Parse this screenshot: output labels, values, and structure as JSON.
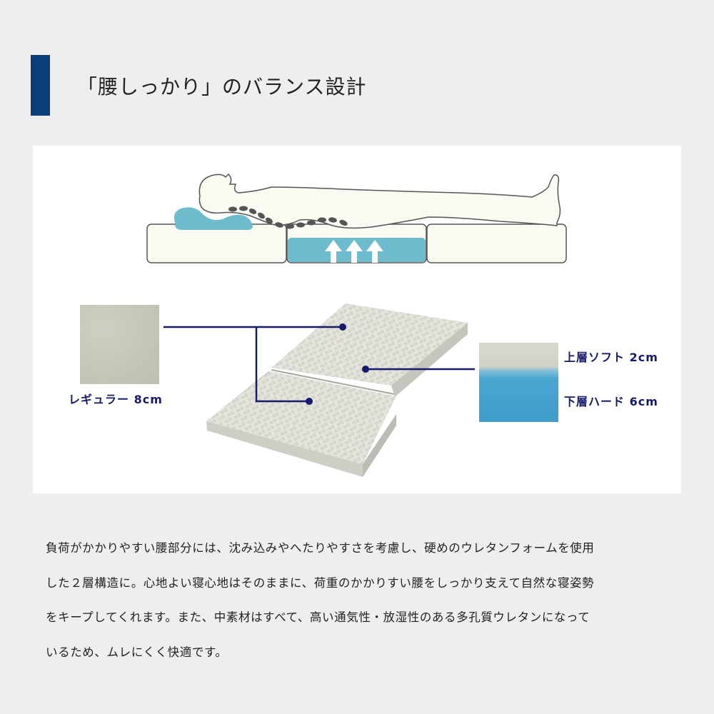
{
  "header": {
    "title": "「腰しっかり」のバランス設計",
    "accent_color": "#0a3e78"
  },
  "diagram": {
    "illustration": "person-lying-on-three-section-mattress",
    "support_arrows_count": 3,
    "pillow_color": "#6cbccd",
    "support_zone_color": "#6cbccd"
  },
  "product": {
    "regular_label": "レギュラー 8cm",
    "upper_layer_label": "上層ソフト 2cm",
    "lower_layer_label": "下層ハード 6cm",
    "callout_color": "#161a6b"
  },
  "description": {
    "lines": [
      "負荷がかかりやすい腰部分には、沈み込みやへたりやすさを考慮し、硬めのウレタンフォームを使用",
      "した２層構造に。心地よい寝心地はそのままに、荷重のかかりすい腰をしっかり支えて自然な寝姿勢",
      "をキープしてくれます。また、中素材はすべて、高い通気性・放湿性のある多孔質ウレタンになって",
      "いるため、ムレにくく快適です。"
    ]
  }
}
